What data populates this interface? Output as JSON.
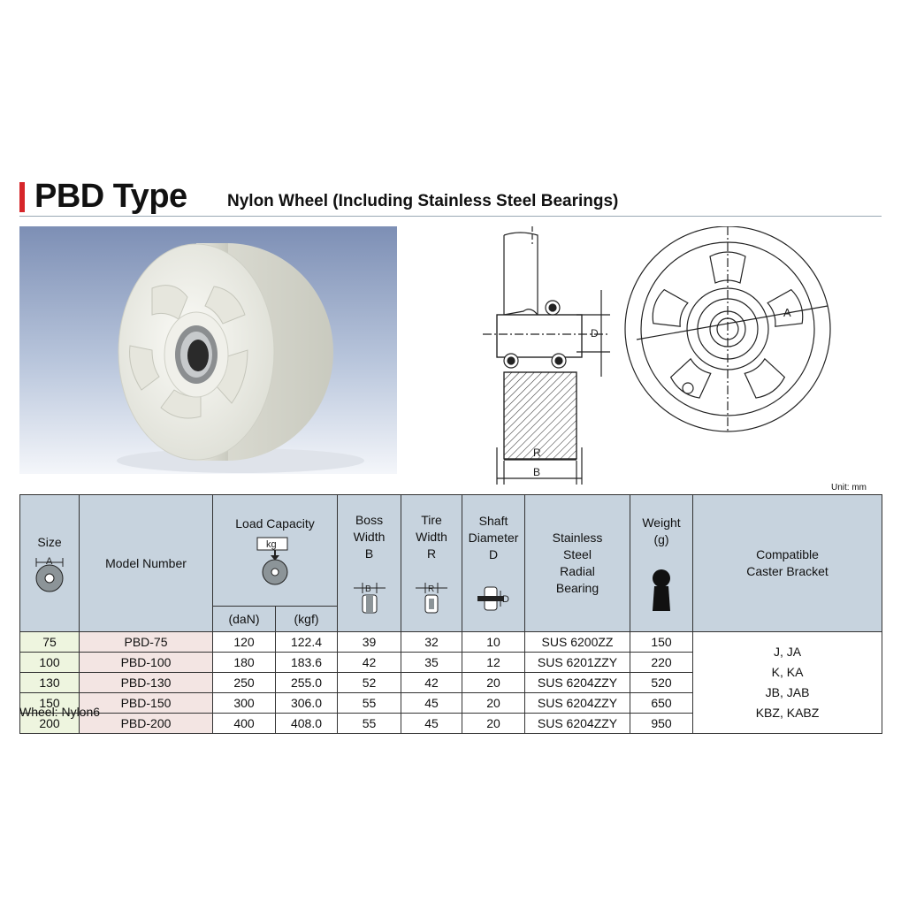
{
  "header": {
    "title": "PBD Type",
    "subtitle": "Nylon Wheel (Including Stainless Steel Bearings)"
  },
  "drawing": {
    "label_d": "D",
    "label_r": "R",
    "label_b": "B",
    "label_a": "A"
  },
  "unit_note": "Unit: mm",
  "table": {
    "headers": {
      "size": "Size",
      "size_icon_label": "A",
      "model": "Model Number",
      "load": "Load Capacity",
      "load_icon_label": "kg",
      "load_dan": "(daN)",
      "load_kgf": "(kgf)",
      "boss": "Boss\nWidth\nB",
      "boss_icon_label": "B",
      "tire": "Tire\nWidth\nR",
      "tire_icon_label": "R",
      "shaft": "Shaft\nDiameter\nD",
      "shaft_icon_label": "D",
      "bearing": "Stainless\nSteel\nRadial\nBearing",
      "weight": "Weight\n(g)",
      "bracket": "Compatible\nCaster Bracket"
    },
    "rows": [
      {
        "size": "75",
        "model": "PBD-75",
        "dan": "120",
        "kgf": "122.4",
        "boss": "39",
        "tire": "32",
        "shaft": "10",
        "bearing": "SUS 6200ZZ",
        "weight": "150"
      },
      {
        "size": "100",
        "model": "PBD-100",
        "dan": "180",
        "kgf": "183.6",
        "boss": "42",
        "tire": "35",
        "shaft": "12",
        "bearing": "SUS 6201ZZY",
        "weight": "220"
      },
      {
        "size": "130",
        "model": "PBD-130",
        "dan": "250",
        "kgf": "255.0",
        "boss": "52",
        "tire": "42",
        "shaft": "20",
        "bearing": "SUS 6204ZZY",
        "weight": "520"
      },
      {
        "size": "150",
        "model": "PBD-150",
        "dan": "300",
        "kgf": "306.0",
        "boss": "55",
        "tire": "45",
        "shaft": "20",
        "bearing": "SUS 6204ZZY",
        "weight": "650"
      },
      {
        "size": "200",
        "model": "PBD-200",
        "dan": "400",
        "kgf": "408.0",
        "boss": "55",
        "tire": "45",
        "shaft": "20",
        "bearing": "SUS 6204ZZY",
        "weight": "950"
      }
    ],
    "brackets": [
      "J, JA",
      "K, KA",
      "JB, JAB",
      "KBZ, KABZ"
    ]
  },
  "footnote": "Wheel: Nylon6",
  "colors": {
    "accent": "#d6262a",
    "header_bg": "#c7d3de",
    "size_bg": "#eef5df",
    "model_bg": "#f3e5e3"
  }
}
